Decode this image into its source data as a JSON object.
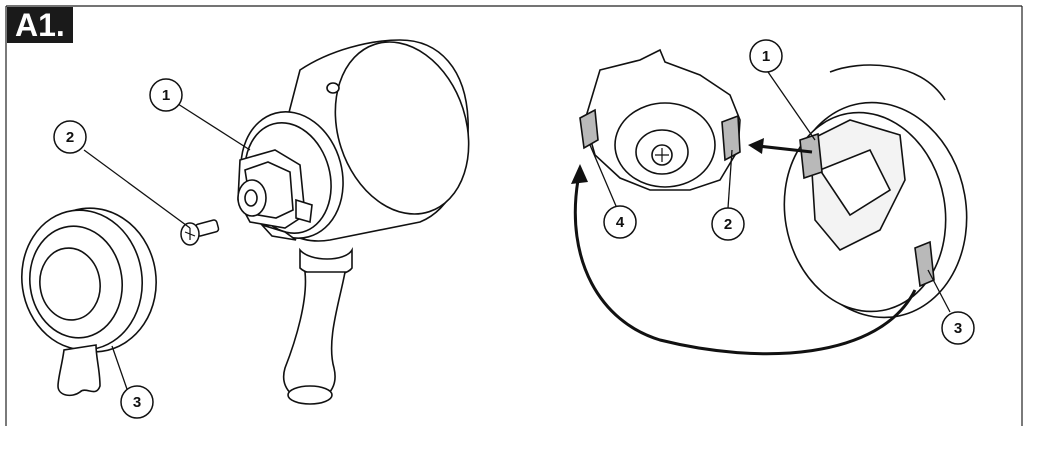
{
  "figure": {
    "step_label": "A1."
  },
  "callouts_left": [
    {
      "number": "1"
    },
    {
      "number": "2"
    },
    {
      "number": "3"
    }
  ],
  "callouts_right": [
    {
      "number": "1"
    },
    {
      "number": "2"
    },
    {
      "number": "3"
    },
    {
      "number": "4"
    }
  ]
}
